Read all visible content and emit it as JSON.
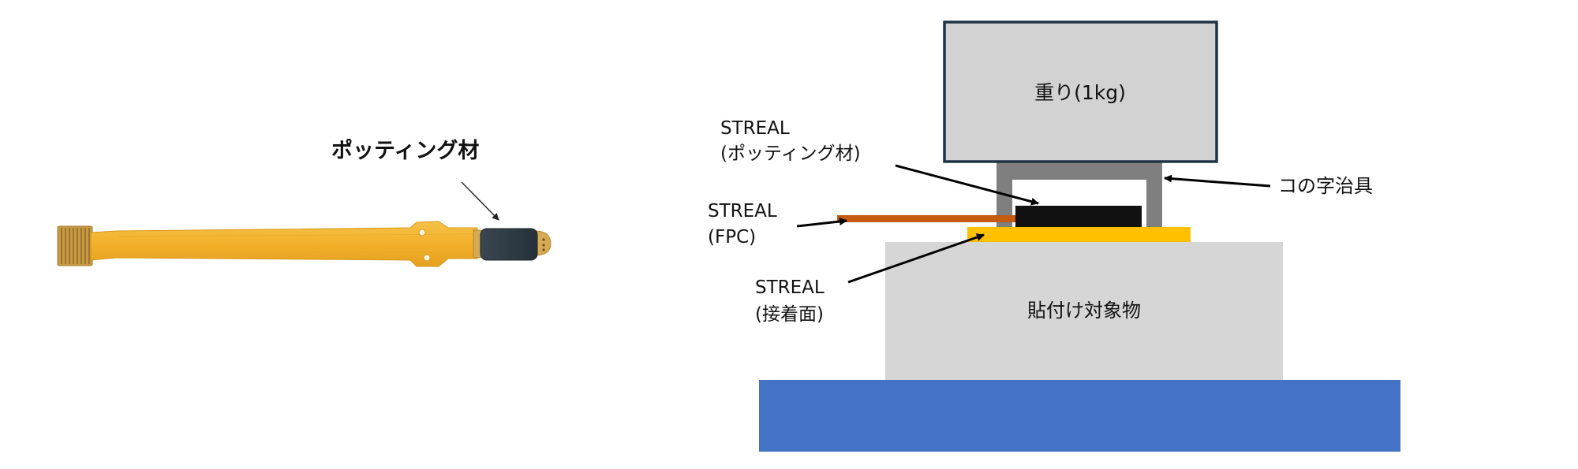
{
  "photo": {
    "callout": "ポッティング材"
  },
  "diagram": {
    "weight_label": "重り(1kg)",
    "jig_label": "コの字治具",
    "target_label": "貼付け対象物",
    "streal_potting": {
      "line1": "STREAL",
      "line2": "(ポッティング材)"
    },
    "streal_fpc": {
      "line1": "STREAL",
      "line2": "(FPC)"
    },
    "streal_adhesive": {
      "line1": "STREAL",
      "line2": "(接着面)"
    },
    "colors": {
      "weight_fill": "#d2d2d2",
      "weight_border": "#1f3347",
      "jig": "#7f7f7f",
      "target": "#d6d6d6",
      "base": "#4472c4",
      "adhesive": "#ffc000",
      "fpc": "#c55a11",
      "potting": "#111111",
      "flex_cable": "#f2b631"
    }
  }
}
